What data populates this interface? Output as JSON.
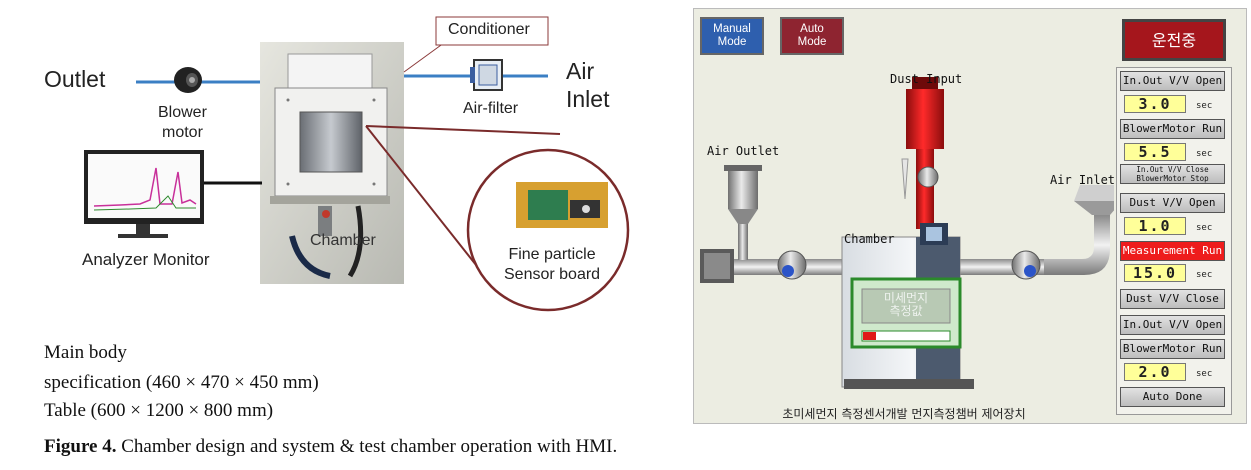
{
  "left_panel": {
    "outlet": "Outlet",
    "blower": [
      "Blower",
      "motor"
    ],
    "conditioner": "Conditioner",
    "air_filter": "Air-filter",
    "air_inlet": [
      "Air",
      "Inlet"
    ],
    "analyzer": "Analyzer Monitor",
    "chamber": "Chamber",
    "sensor": [
      "Fine particle",
      "Sensor board"
    ],
    "spec_lines": [
      "Main body",
      "specification (460 × 470 × 450 mm)",
      "Table (600 × 1200 × 800 mm)"
    ]
  },
  "hmi": {
    "manual_mode": [
      "Manual",
      "Mode"
    ],
    "auto_mode": [
      "Auto",
      "Mode"
    ],
    "status_button": "운전중",
    "dust_input": "Dust Input",
    "air_outlet": "Air Outlet",
    "air_inlet": "Air Inlet",
    "chamber": "Chamber",
    "screen_text": [
      "미세먼지",
      "측정값"
    ],
    "progress_fraction": 0.15,
    "footer": "초미세먼지 측정센서개발 먼지측정챔버 제어장치",
    "steps": {
      "b1": "In.Out V/V Open",
      "v1": "3.0",
      "b2": "BlowerMotor Run",
      "v2": "5.5",
      "b3": [
        "In.Out V/V Close",
        "BlowerMotor Stop"
      ],
      "b4": "Dust V/V Open",
      "v3": "1.0",
      "b5": "Measurement Run",
      "v4": "15.0",
      "b6": "Dust V/V Close",
      "b7": "In.Out V/V Open",
      "b8": "BlowerMotor Run",
      "v5": "2.0",
      "b9": "Auto Done",
      "sec": "sec"
    },
    "colors": {
      "manual": "#2e5fae",
      "auto": "#8e2430",
      "status": "#a5161c",
      "active_step": "#ee1c1c",
      "value_bg": "#ffff99"
    }
  },
  "caption": {
    "label": "Figure 4.",
    "text": " Chamber design and system & test chamber operation with HMI."
  }
}
